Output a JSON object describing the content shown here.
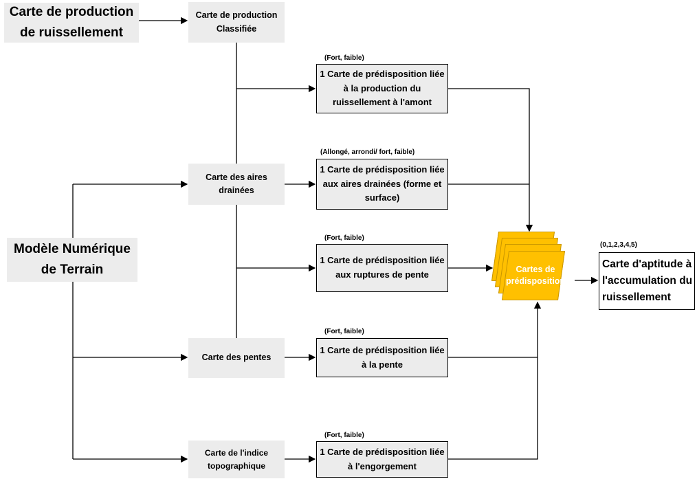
{
  "sources": {
    "runoff_production": "Carte de production de ruissellement",
    "dtm": "Modèle Numérique de Terrain"
  },
  "intermediate": {
    "classified_production": "Carte de production Classifiée",
    "drained_areas": "Carte des aires drainées",
    "slopes": "Carte des pentes",
    "topographic_index": "Carte de l'indice topographique"
  },
  "predispositions": [
    {
      "tag": "(Fort, faible)",
      "text": "1 Carte de prédisposition liée à la production du ruissellement à l'amont"
    },
    {
      "tag": "(Allongé, arrondi/ fort, faible)",
      "text": "1 Carte de prédisposition liée aux aires  drainées (forme et surface)"
    },
    {
      "tag": "(Fort, faible)",
      "text": "1 Carte de prédisposition liée aux ruptures de pente"
    },
    {
      "tag": "(Fort, faible)",
      "text": "1 Carte de prédisposition liée à la pente"
    },
    {
      "tag": "(Fort, faible)",
      "text": "1 Carte de prédisposition liée à l'engorgement"
    }
  ],
  "stack": {
    "label": "Cartes de prédisposition",
    "color": "#ffc000"
  },
  "output": {
    "tag": "(0,1,2,3,4,5)",
    "text": "Carte d'aptitude à l'accumulation du ruissellement"
  }
}
